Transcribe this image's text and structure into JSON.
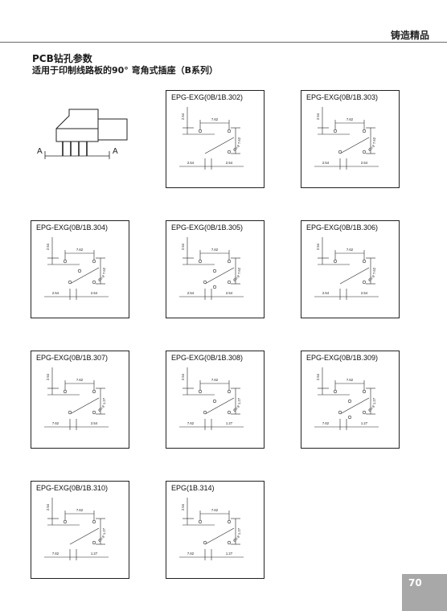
{
  "header": {
    "title": "铸造精品"
  },
  "section": {
    "title": "PCB钻孔参数",
    "subtitle": "适用于印制线路板的90°  弯角式插座（B系列）"
  },
  "connector": {
    "section_label_left": "A",
    "section_label_right": "A"
  },
  "cards": [
    {
      "title": "EPG-EXG(0B/1B.302)",
      "dims": [
        "2.54",
        "7.62",
        "7.62",
        "2.54",
        "Ø0.9"
      ]
    },
    {
      "title": "EPG-EXG(0B/1B.303)",
      "dims": [
        "2.54",
        "7.62",
        "7.62",
        "2.54",
        "Ø0.9"
      ]
    },
    {
      "title": "EPG-EXG(0B/1B.304)",
      "dims": [
        "2.54",
        "7.62",
        "7.62",
        "2.54",
        "2.54",
        "Ø0.9"
      ]
    },
    {
      "title": "EPG-EXG(0B/1B.305)",
      "dims": [
        "2.54",
        "7.62",
        "7.62",
        "2.54",
        "2.54",
        "Ø0.9"
      ]
    },
    {
      "title": "EPG-EXG(0B/1B.306)",
      "dims": [
        "2.54",
        "7.62",
        "7.62",
        "2.54",
        "2.54",
        "Ø0.9"
      ]
    },
    {
      "title": "EPG-EXG(0B/1B.307)",
      "dims": [
        "2.54",
        "7.62",
        "1.27",
        "7.62",
        "2.54",
        "Ø0.9"
      ]
    },
    {
      "title": "EPG-EXG(0B/1B.308)",
      "dims": [
        "2.54",
        "7.62",
        "1.27",
        "7.62",
        "1.27",
        "Ø0.9"
      ]
    },
    {
      "title": "EPG-EXG(0B/1B.309)",
      "dims": [
        "2.54",
        "7.62",
        "1.27",
        "7.62",
        "1.27",
        "Ø0.9"
      ]
    },
    {
      "title": "EPG-EXG(0B/1B.310)",
      "dims": [
        "2.54",
        "7.62",
        "1.27",
        "7.62",
        "1.27",
        "Ø0.9"
      ]
    },
    {
      "title": "EPG(1B.314)",
      "dims": [
        "2.54",
        "7.62",
        "1.27",
        "7.62",
        "1.27",
        "Ø0.9"
      ]
    }
  ],
  "footer": {
    "page_number": "70"
  }
}
